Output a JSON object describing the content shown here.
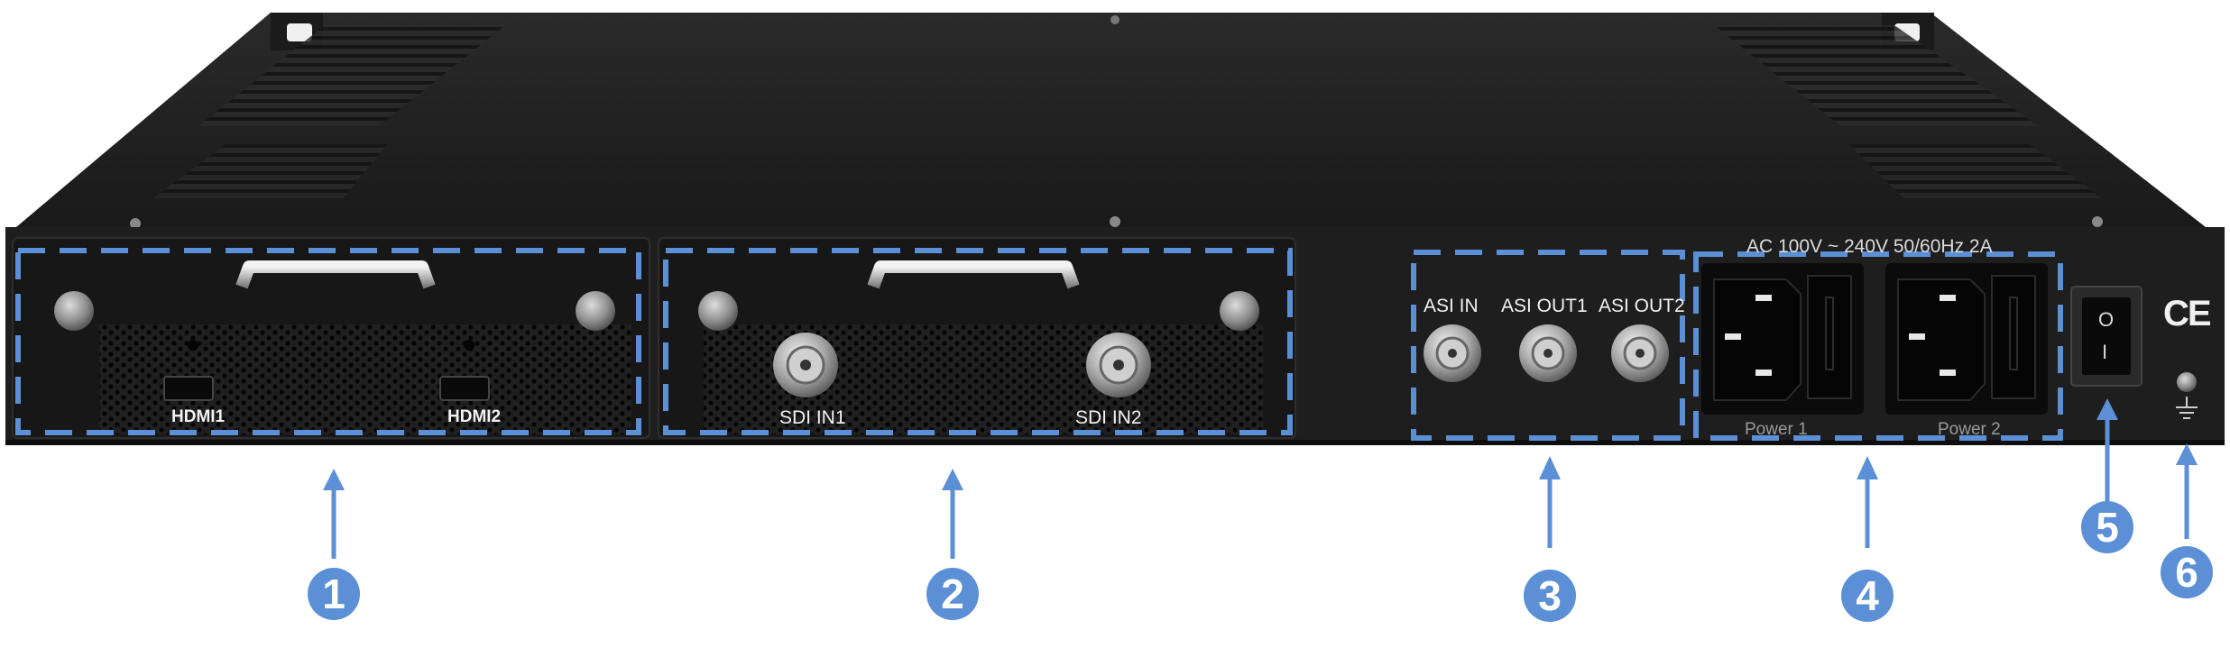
{
  "ports": {
    "hdmi1": "HDMI1",
    "hdmi2": "HDMI2",
    "sdi_in1": "SDI IN1",
    "sdi_in2": "SDI IN2",
    "asi_in": "ASI IN",
    "asi_out1": "ASI OUT1",
    "asi_out2": "ASI OUT2"
  },
  "power": {
    "rating": "AC 100V ~ 240V 50/60Hz 2A",
    "power1": "Power 1",
    "power2": "Power 2",
    "switch_on": "I",
    "switch_off": "O"
  },
  "marks": {
    "ce": "CE"
  },
  "callouts": [
    "1",
    "2",
    "3",
    "4",
    "5",
    "6"
  ],
  "colors": {
    "callout_blue": "#5b8fd6",
    "chassis": "#1f1f1f",
    "panel": "#161616",
    "power_socket": "#0b0b0b"
  }
}
